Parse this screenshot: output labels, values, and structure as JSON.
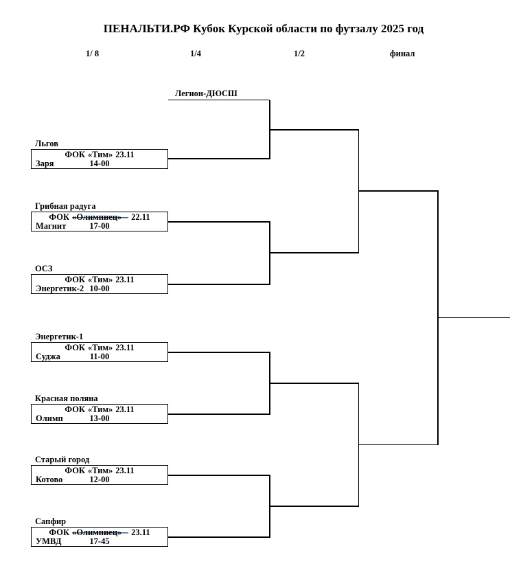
{
  "title": "ПЕНАЛЬТИ.РФ Кубок Курской области по футзалу 2025 год",
  "rounds": [
    {
      "label": "1/ 8"
    },
    {
      "label": "1/4"
    },
    {
      "label": "1/2"
    },
    {
      "label": "финал"
    }
  ],
  "bracket": {
    "bye_team": "Легион-ДЮСШ",
    "matches": [
      {
        "team1": "Льгов",
        "venue": "ФОК",
        "venue_name": "«Тим»",
        "venue_struck": "false",
        "date": "23.11",
        "team2": "Заря",
        "time": "14-00"
      },
      {
        "team1": "Грибная радуга",
        "venue": "ФОК",
        "venue_name": "«Олимпиец»",
        "venue_struck": "true",
        "date": "22.11",
        "team2": "Магнит",
        "time": "17-00"
      },
      {
        "team1": "ОСЗ",
        "venue": "ФОК",
        "venue_name": "«Тим»",
        "venue_struck": "false",
        "date": "23.11",
        "team2": "Энергетик-2",
        "time": "10-00"
      },
      {
        "team1": "Энергетик-1",
        "venue": "ФОК",
        "venue_name": "«Тим»",
        "venue_struck": "false",
        "date": "23.11",
        "team2": "Суджа",
        "time": "11-00"
      },
      {
        "team1": "Красная поляна",
        "venue": "ФОК",
        "venue_name": "«Тим»",
        "venue_struck": "false",
        "date": "23.11",
        "team2": "Олимп",
        "time": "13-00"
      },
      {
        "team1": "Старый город",
        "venue": "ФОК",
        "venue_name": "«Тим»",
        "venue_struck": "false",
        "date": "23.11",
        "team2": "Котово",
        "time": "12-00"
      },
      {
        "team1": "Сапфир",
        "venue": "ФОК",
        "venue_name": "«Олимпиец»",
        "venue_struck": "true",
        "date": "23.11",
        "team2": "УМВД",
        "time": "17-45"
      }
    ]
  },
  "colors": {
    "line": "#000000",
    "text": "#000000",
    "strike": "#365f91",
    "background": "#ffffff"
  }
}
